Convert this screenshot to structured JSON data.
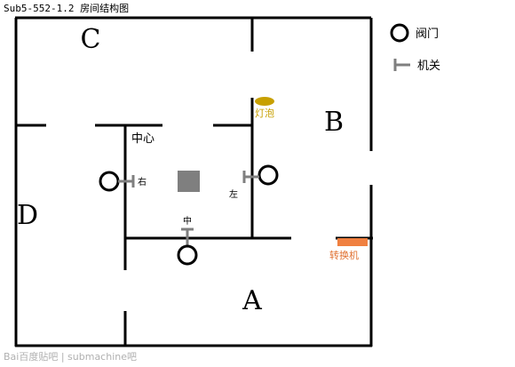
{
  "title": "Sub5-552-1.2  房间结构图",
  "rooms": {
    "a": "A",
    "b": "B",
    "c": "C",
    "d": "D"
  },
  "legend": {
    "valve": "阀门",
    "switch": "机关"
  },
  "labels": {
    "center": "中心",
    "switch_right": "右",
    "switch_left": "左",
    "switch_middle": "中",
    "bulb": "灯泡",
    "converter": "转换机"
  },
  "watermark": "Bai百度贴吧 | submachine吧",
  "colors": {
    "wall": "#000000",
    "switch": "#7f7f7f",
    "center_block": "#7f7f7f",
    "bulb": "#c8a000",
    "bulb_text": "#c8a000",
    "converter": "#f08040",
    "converter_text": "#e07030",
    "watermark": "#b0b0b0"
  }
}
